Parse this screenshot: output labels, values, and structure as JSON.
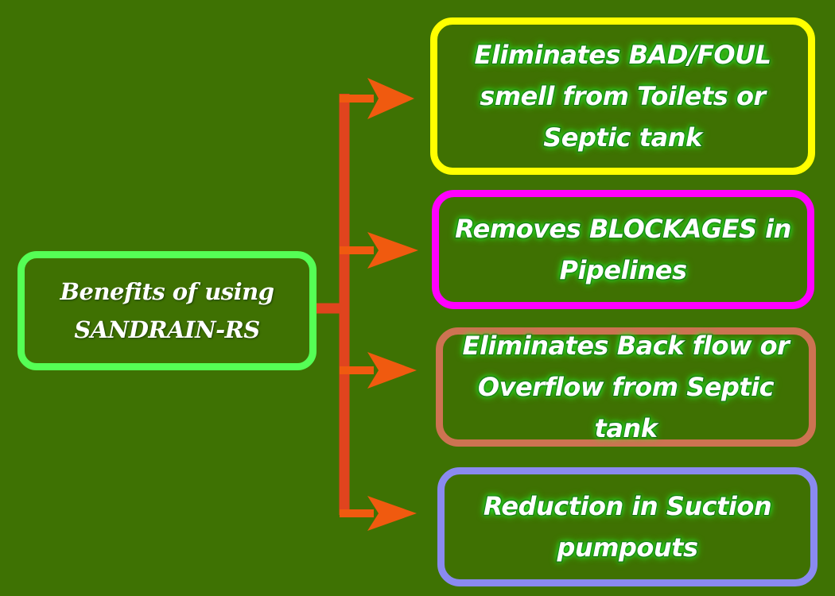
{
  "diagram": {
    "root": {
      "label": "Benefits of using\nSANDRAIN-RS",
      "border_color": "#55ff55"
    },
    "benefits": [
      {
        "label": "Eliminates BAD/FOUL\nsmell from  Toilets or\nSeptic tank",
        "border_color": "#ffff00"
      },
      {
        "label": "Removes  BLOCKAGES in\nPipelines",
        "border_color": "#ff00ff"
      },
      {
        "label": "Eliminates Back flow or\nOverflow from Septic tank",
        "border_color": "#cd7352"
      },
      {
        "label": "Reduction in Suction\npumpouts",
        "border_color": "#8a8af0"
      }
    ],
    "colors": {
      "background": "#3e7203",
      "connector": "#e0441e",
      "arrow": "#f05a0f"
    }
  }
}
